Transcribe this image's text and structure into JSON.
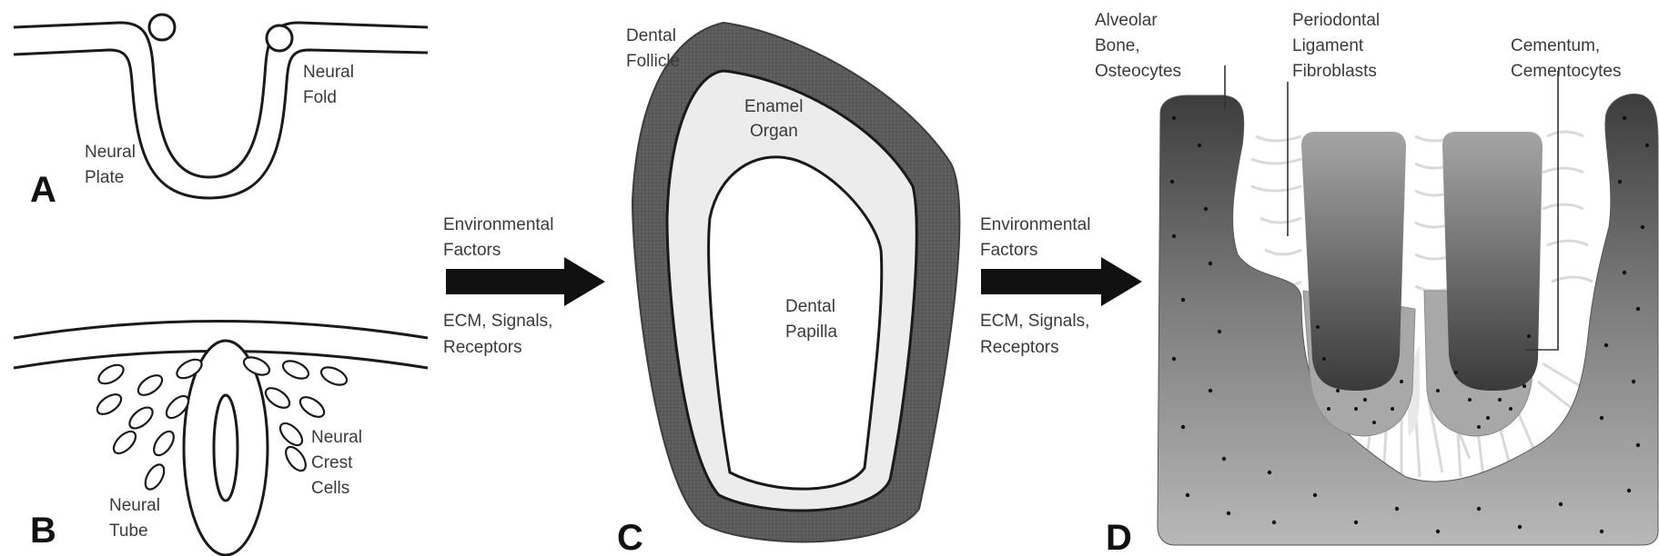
{
  "panels": {
    "A": {
      "letter": "A",
      "labels": {
        "neural_fold": [
          "Neural",
          "Fold"
        ],
        "neural_plate": [
          "Neural",
          "Plate"
        ]
      }
    },
    "B": {
      "letter": "B",
      "labels": {
        "neural_crest_cells": [
          "Neural",
          "Crest",
          "Cells"
        ],
        "neural_tube": [
          "Neural",
          "Tube"
        ]
      }
    },
    "C": {
      "letter": "C",
      "labels": {
        "dental_follicle": [
          "Dental",
          "Follicle"
        ],
        "enamel_organ": [
          "Enamel",
          "Organ"
        ],
        "dental_papilla": [
          "Dental",
          "Papilla"
        ]
      }
    },
    "D": {
      "letter": "D",
      "labels": {
        "alveolar_bone": [
          "Alveolar",
          "Bone,",
          "Osteocytes"
        ],
        "periodontal_ligament": [
          "Periodontal",
          "Ligament",
          "Fibroblasts"
        ],
        "cementum": [
          "Cementum,",
          "Cementocytes"
        ]
      }
    }
  },
  "arrows": [
    {
      "top": [
        "Environmental",
        "Factors"
      ],
      "bottom": [
        "ECM, Signals,",
        "Receptors"
      ]
    },
    {
      "top": [
        "Environmental",
        "Factors"
      ],
      "bottom": [
        "ECM, Signals,",
        "Receptors"
      ]
    }
  ],
  "colors": {
    "line": "#1a1a1a",
    "follicle": "#5a5a5a",
    "enamel_organ": "#ececec",
    "bone_dark": "#4a4a4a",
    "bone_light": "#b5b5b5",
    "root_dark": "#404040",
    "root_light": "#9a9a9a",
    "ligament_fibers": "#d9d9d9"
  }
}
